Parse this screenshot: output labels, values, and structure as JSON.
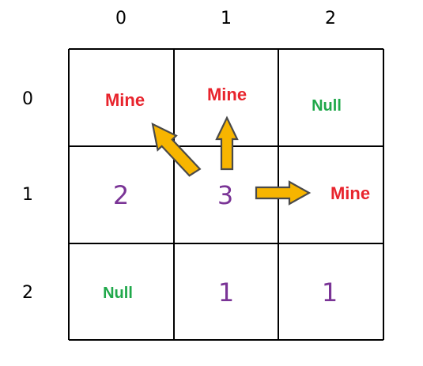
{
  "colors": {
    "mine": "#e8242d",
    "null": "#1fa84a",
    "number": "#7a3496",
    "arrow_fill": "#f7b500",
    "arrow_stroke": "#4a4a4a",
    "grid": "#000000"
  },
  "column_headers": [
    "0",
    "1",
    "2"
  ],
  "row_headers": [
    "0",
    "1",
    "2"
  ],
  "cells": [
    [
      {
        "text": "Mine",
        "kind": "mine"
      },
      {
        "text": "Mine",
        "kind": "mine"
      },
      {
        "text": "Null",
        "kind": "null"
      }
    ],
    [
      {
        "text": "2",
        "kind": "number"
      },
      {
        "text": "3",
        "kind": "number"
      },
      {
        "text": "Mine",
        "kind": "mine"
      }
    ],
    [
      {
        "text": "Null",
        "kind": "null"
      },
      {
        "text": "1",
        "kind": "number"
      },
      {
        "text": "1",
        "kind": "number"
      }
    ]
  ]
}
